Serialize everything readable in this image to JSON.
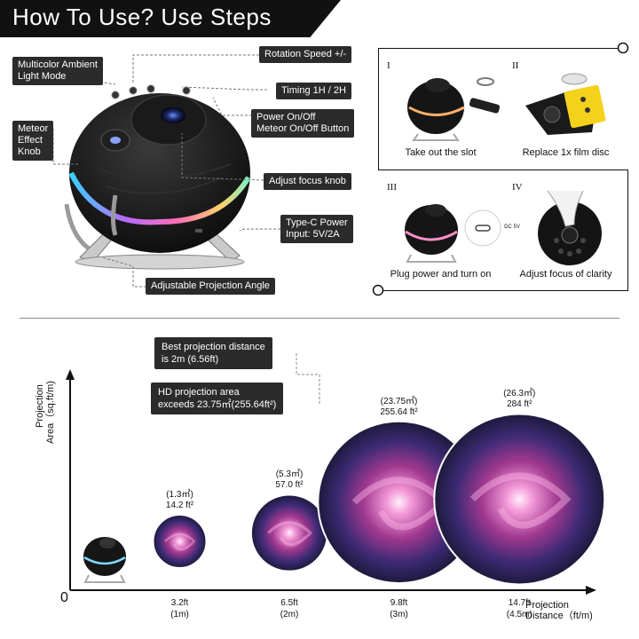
{
  "title": "How To Use? Use Steps",
  "callouts": {
    "rotation_speed": "Rotation Speed +/-",
    "multicolor": [
      "Multicolor Ambient",
      "Light Mode"
    ],
    "timing": "Timing 1H / 2H",
    "power": [
      "Power On/Off",
      "Meteor On/Off Button"
    ],
    "meteor_knob": [
      "Meteor",
      "Effect",
      "Knob"
    ],
    "focus_knob": "Adjust focus knob",
    "type_c": [
      "Type-C Power",
      "Input: 5V/2A"
    ],
    "angle": "Adjustable Projection Angle"
  },
  "steps": [
    {
      "num": "I",
      "caption": "Take out the slot"
    },
    {
      "num": "II",
      "caption": "Replace 1x film disc"
    },
    {
      "num": "III",
      "caption": "Plug power and turn on"
    },
    {
      "num": "IV",
      "caption": "Adjust focus of clarity"
    }
  ],
  "dc_label": "DC 5V",
  "info": {
    "best_distance": [
      "Best projection distance",
      "is 2m (6.56ft)"
    ],
    "hd_area": [
      "HD projection area",
      "exceeds 23.75㎡(255.64ft²)"
    ]
  },
  "axes": {
    "origin": "0",
    "y_label": [
      "Projection",
      "Area（sq.ft/m)"
    ],
    "x_label": [
      "Projection",
      "Distance（ft/m)"
    ]
  },
  "chart_data": {
    "type": "scatter",
    "points": [
      {
        "distance_ft": "3.2ft",
        "distance_m": "(1m)",
        "area_m": "(1.3㎡)",
        "area_ft": "14.2 ft²",
        "x": 1,
        "y": 1.3
      },
      {
        "distance_ft": "6.5ft",
        "distance_m": "(2m)",
        "area_m": "(5.3㎡)",
        "area_ft": "57.0 ft²",
        "x": 2,
        "y": 5.3
      },
      {
        "distance_ft": "9.8ft",
        "distance_m": "(3m)",
        "area_m": "(23.75㎡)",
        "area_ft": "255.64 ft²",
        "x": 3,
        "y": 23.75
      },
      {
        "distance_ft": "14.7ft",
        "distance_m": "(4.5m)",
        "area_m": "(26.3㎡)",
        "area_ft": "284 ft²",
        "x": 4.5,
        "y": 26.3
      }
    ]
  },
  "colors": {
    "banner": "#111111",
    "callout_bg": "#2b2b2b",
    "galaxy_core": "#f6c3e8",
    "galaxy_mid": "#b03a9e",
    "galaxy_outer": "#2a1f5e"
  }
}
